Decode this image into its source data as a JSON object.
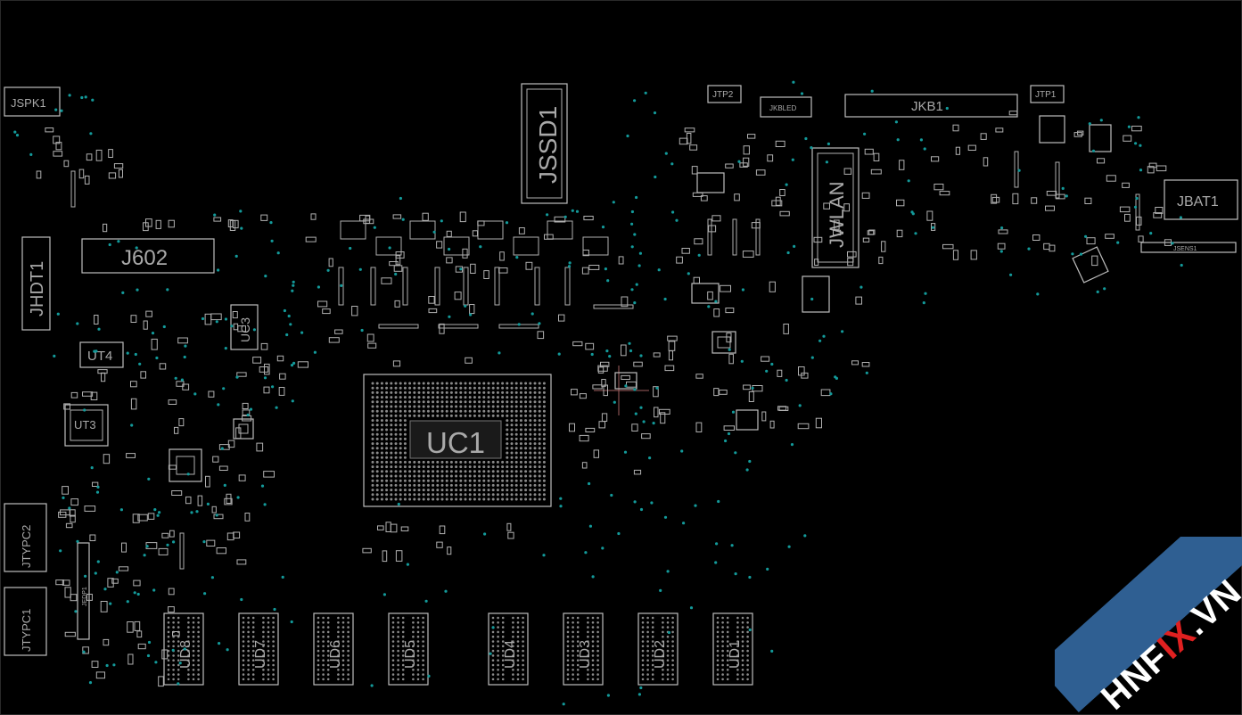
{
  "viewer": {
    "background": "#000000",
    "outline_color": "#bdbdbd",
    "via_color": "#139a9a"
  },
  "components": {
    "jspk1": "JSPK1",
    "jhdt1": "JHDT1",
    "j602": "J602",
    "ut4": "UT4",
    "ut3": "UT3",
    "uc3": "UC3",
    "jssd1": "JSSD1",
    "uc1": "UC1",
    "jtp2": "JTP2",
    "jkbled": "JKBLED",
    "jkb1": "JKB1",
    "jtp1": "JTP1",
    "jwlan": "JWLAN",
    "jbat1": "JBAT1",
    "jsens1": "JSENS1",
    "jtypc2": "JTYPC2",
    "jtypc1": "JTYPC1",
    "jedp1": "JEDP1",
    "memory": [
      "UD8",
      "UD7",
      "UD6",
      "UD5",
      "UD4",
      "UD3",
      "UD2",
      "UD1"
    ]
  },
  "watermark": {
    "part1": "HNF",
    "part2": "IX",
    "part3": ".VN",
    "accent": "#e02020",
    "band": "#2f5f92"
  }
}
